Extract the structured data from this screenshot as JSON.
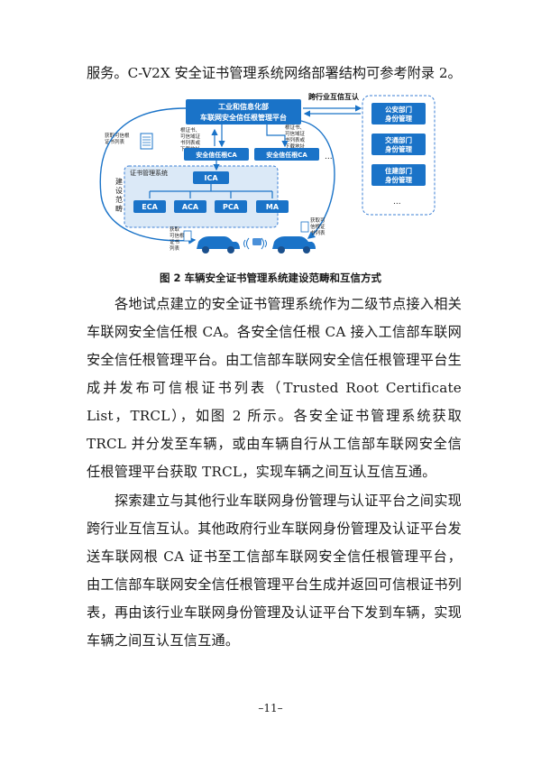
{
  "intro_line": "服务。C-V2X 安全证书管理系统网络部署结构可参考附录 2。",
  "diagram": {
    "root_platform_line1": "工业和信息化部",
    "root_platform_line2": "车联网安全信任根管理平台",
    "cross_industry_label": "跨行业互信互认",
    "trust_ca_left": "安全信任根CA",
    "trust_ca_right": "安全信任根CA",
    "ellipsis": "...",
    "download_left": [
      "根证书、",
      "可信域证",
      "书列表或",
      "下载地址"
    ],
    "download_right": [
      "根证书、",
      "可信域证",
      "书列表或",
      "下载地址"
    ],
    "cert_system_label": "证书管理系统",
    "scope_label": [
      "建",
      "设",
      "范",
      "畴"
    ],
    "ica": "ICA",
    "sub_cas": [
      "ECA",
      "ACA",
      "PCA",
      "MA"
    ],
    "get_trcl_top": [
      "获取可信根",
      "证书列表"
    ],
    "get_trcl_left": [
      "获取",
      "可信根",
      "证书",
      "列表"
    ],
    "get_trcl_right": [
      "获取可",
      "信根证",
      "书列表"
    ],
    "agencies": [
      [
        "公安部门",
        "身份管理"
      ],
      [
        "交通部门",
        "身份管理"
      ],
      [
        "住建部门",
        "身份管理"
      ]
    ],
    "agency_ellipsis": "...",
    "colors": {
      "primary": "#1a73c8",
      "light": "#dbe9f7",
      "dashed": "#3b7fd4"
    }
  },
  "caption": "图 2  车辆安全证书管理系统建设范畴和互信方式",
  "paragraph1": "各地试点建立的安全证书管理系统作为二级节点接入相关车联网安全信任根 CA。各安全信任根 CA 接入工信部车联网安全信任根管理平台。由工信部车联网安全信任根管理平台生成并发布可信根证书列表（Trusted Root Certificate List，TRCL），如图 2 所示。各安全证书管理系统获取 TRCL 并分发至车辆，或由车辆自行从工信部车联网安全信任根管理平台获取 TRCL，实现车辆之间互认互信互通。",
  "paragraph2": "探索建立与其他行业车联网身份管理与认证平台之间实现跨行业互信互认。其他政府行业车联网身份管理及认证平台发送车联网根 CA 证书至工信部车联网安全信任根管理平台，由工信部车联网安全信任根管理平台生成并返回可信根证书列表，再由该行业车联网身份管理及认证平台下发到车辆，实现车辆之间互认互信互通。",
  "page_number": "–11–"
}
